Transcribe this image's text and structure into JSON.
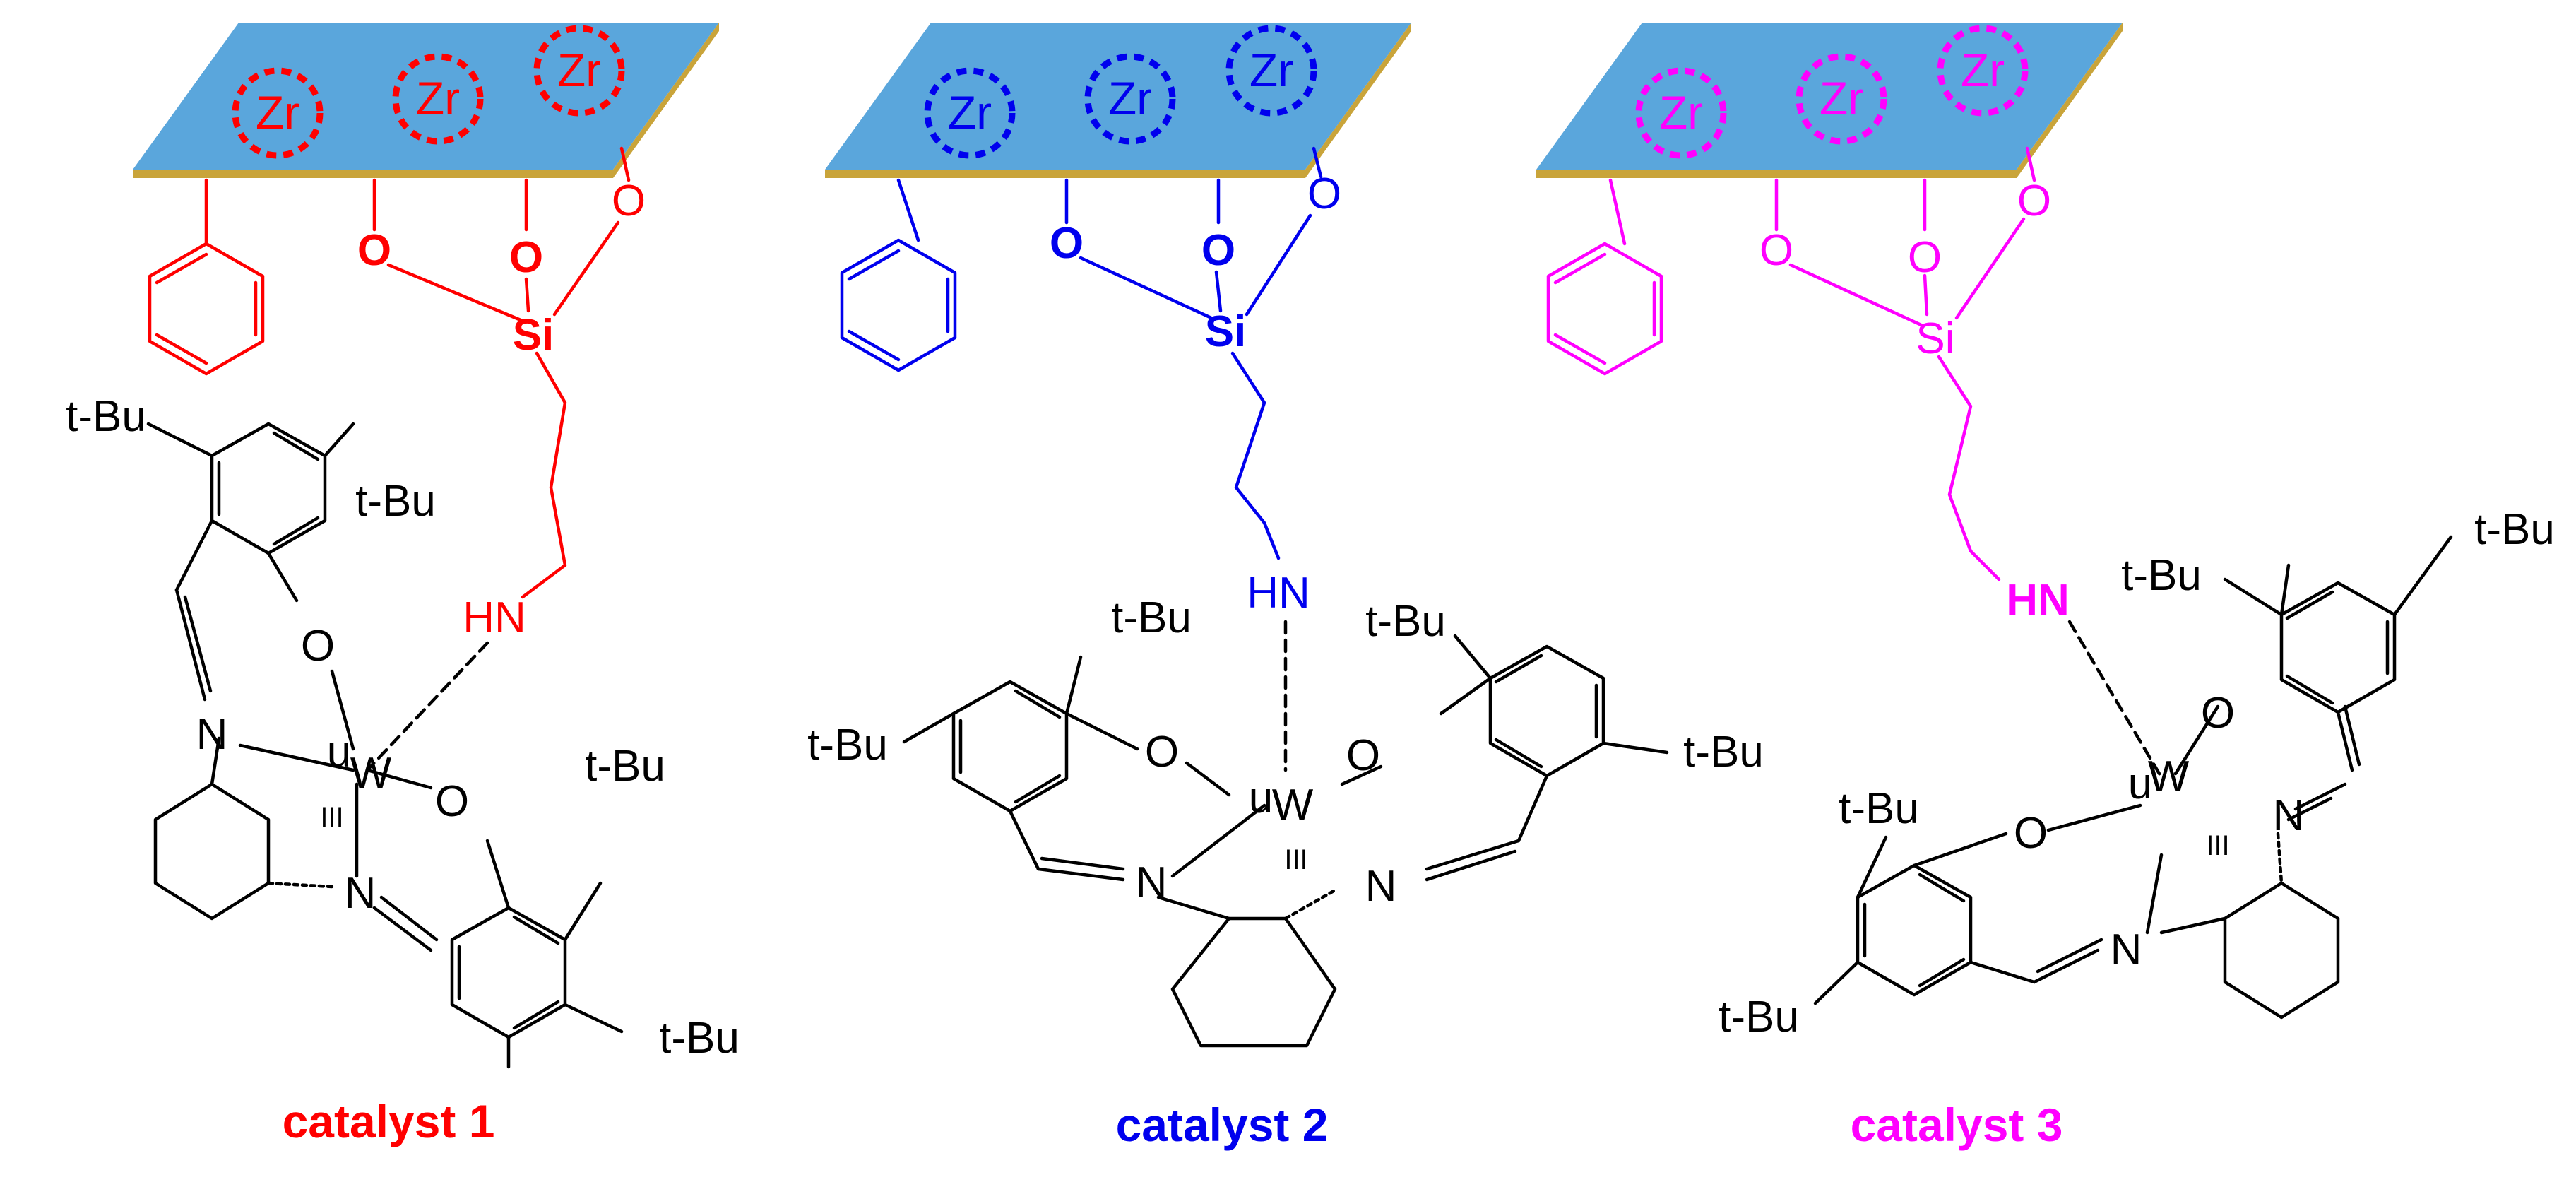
{
  "colors": {
    "catalyst_1": "#ff0000",
    "catalyst_2": "#0000ee",
    "catalyst_3": "#ff00ff",
    "surface_fill": "#5aa6dc",
    "surface_edge": "#c9a43a"
  },
  "labels": {
    "zr": "Zr",
    "o": "O",
    "si": "Si",
    "hn": "HN",
    "n": "N",
    "w": "W",
    "u": "u",
    "tbu": "t-Bu",
    "triple": "III"
  },
  "catalysts": [
    {
      "caption": "catalyst 1"
    },
    {
      "caption": "catalyst 2"
    },
    {
      "caption": "catalyst 3"
    }
  ]
}
